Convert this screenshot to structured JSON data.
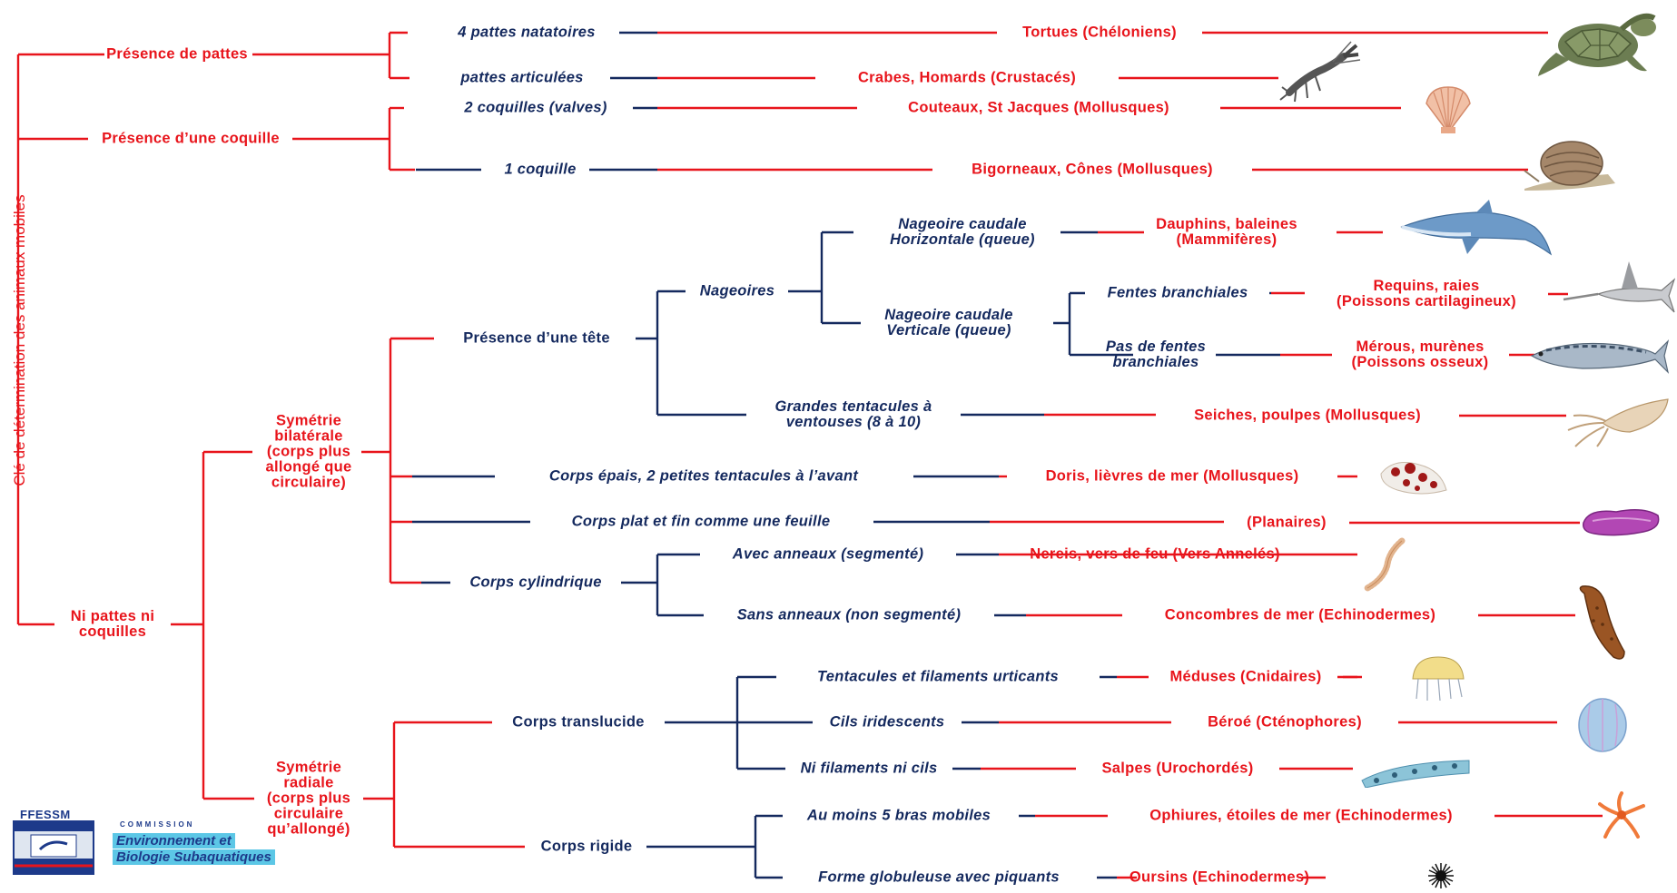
{
  "title": "Clé de détermination des animaux mobiles",
  "colors": {
    "red": "#e8141b",
    "navy": "#14295e"
  },
  "nodes": {
    "n1": "Présence de pattes",
    "n2": "Présence d’une coquille",
    "n3": [
      "Ni pattes ni",
      "coquilles"
    ],
    "c1": "4 pattes natatoires",
    "c2": "pattes articulées",
    "c3": "2 coquilles (valves)",
    "c4": "1 coquille",
    "c5": [
      "Symétrie",
      "bilatérale",
      "(corps plus",
      "allongé que",
      "circulaire)"
    ],
    "c6": [
      "Symétrie",
      "radiale",
      "(corps plus",
      "circulaire",
      "qu’allongé)"
    ],
    "c7": "Présence d’une tête",
    "c8": "Corps épais, 2 petites tentacules à l’avant",
    "c9": "Corps plat et fin comme une feuille",
    "c10": "Corps cylindrique",
    "c11": "Nageoires",
    "c12": [
      "Grandes tentacules à",
      "ventouses (8 à 10)"
    ],
    "c13": [
      "Nageoire caudale",
      "Horizontale (queue)"
    ],
    "c14": [
      "Nageoire caudale",
      "Verticale (queue)"
    ],
    "c15": "Fentes branchiales",
    "c16": [
      "Pas de fentes",
      "branchiales"
    ],
    "c17": "Avec anneaux (segmenté)",
    "c18": "Sans anneaux (non segmenté)",
    "c19": "Corps translucide",
    "c20": "Corps rigide",
    "c21": "Tentacules et filaments urticants",
    "c22": "Cils iridescents",
    "c23": "Ni filaments ni cils",
    "c24": "Au moins 5 bras mobiles",
    "c25": "Forme globuleuse avec piquants"
  },
  "results": {
    "r1": "Tortues (Chéloniens)",
    "r2": "Crabes, Homards (Crustacés)",
    "r3": "Couteaux, St Jacques (Mollusques)",
    "r4": "Bigorneaux, Cônes (Mollusques)",
    "r5": [
      "Dauphins, baleines",
      "(Mammifères)"
    ],
    "r6": [
      "Requins, raies",
      "(Poissons cartilagineux)"
    ],
    "r7": [
      "Mérous, murènes",
      "(Poissons osseux)"
    ],
    "r8": "Seiches, poulpes (Mollusques)",
    "r9": "Doris, lièvres de mer (Mollusques)",
    "r10": "(Planaires)",
    "r11": "Nereis, vers de feu (Vers Annelés)",
    "r12": "Concombres de mer (Echinodermes)",
    "r13": "Méduses (Cnidaires)",
    "r14": "Béroé (Cténophores)",
    "r15": "Salpes (Urochordés)",
    "r16": "Ophiures, étoiles de mer (Echinodermes)",
    "r17": "Oursins (Echinodermes)"
  },
  "logo": {
    "org": "FFESSM",
    "line1": "COMMISSION",
    "line2": "Environnement et",
    "line3": "Biologie Subaquatiques"
  },
  "animals": [
    "turtle",
    "lobster",
    "scallop",
    "snail",
    "dolphin",
    "swordfish",
    "fish",
    "squid",
    "sea-slug",
    "flatworm",
    "annelid-worm",
    "sea-cucumber",
    "jellyfish",
    "comb-jelly",
    "salp",
    "brittle-star",
    "sea-urchin"
  ]
}
